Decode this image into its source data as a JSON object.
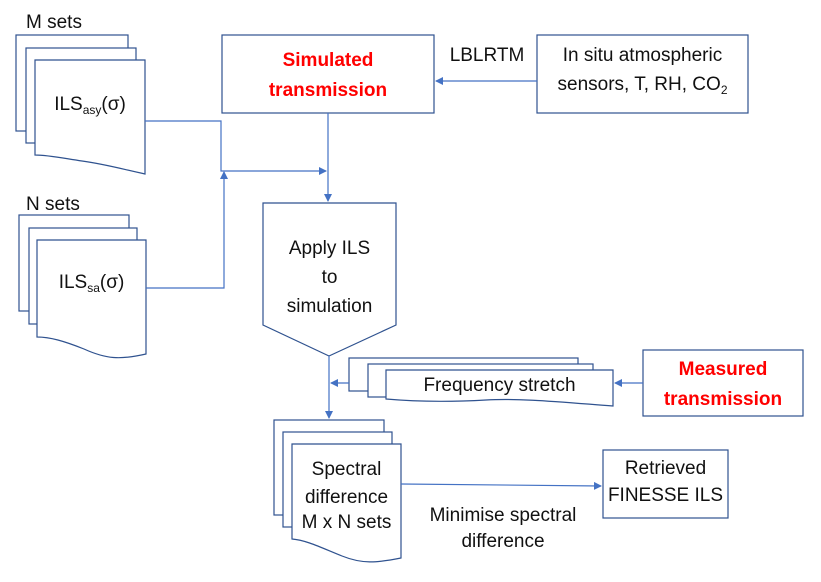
{
  "colors": {
    "box_stroke": "#2f528f",
    "connector": "#4472c4",
    "highlight_text": "#ff0000",
    "text": "#111111"
  },
  "nodes": {
    "m_sets": {
      "caption": "M sets",
      "label_main": "ILS",
      "label_sub": "asy",
      "label_tail": "(σ)",
      "shape": "multi-document"
    },
    "n_sets": {
      "caption": "N sets",
      "label_main": "ILS",
      "label_sub": "sa",
      "label_tail": "(σ)",
      "shape": "multi-document"
    },
    "simulated_transmission": {
      "line1": "Simulated",
      "line2": "transmission",
      "shape": "rectangle"
    },
    "in_situ_sensors": {
      "line1": "In situ atmospheric",
      "line2_main": "sensors, T, RH, CO",
      "line2_sub": "2",
      "shape": "rectangle"
    },
    "apply_ils": {
      "line1": "Apply ILS",
      "line2": "to",
      "line3": "simulation",
      "shape": "off-page-connector"
    },
    "frequency_stretch": {
      "label": "Frequency stretch",
      "shape": "multi-document"
    },
    "measured_transmission": {
      "line1": "Measured",
      "line2": "transmission",
      "shape": "rectangle"
    },
    "spectral_difference": {
      "line1": "Spectral",
      "line2": "difference",
      "line3": "M x N sets",
      "shape": "multi-document"
    },
    "retrieved_ils": {
      "line1": "Retrieved",
      "line2": "FINESSE ILS",
      "shape": "rectangle"
    }
  },
  "edge_labels": {
    "lblrtm": "LBLRTM",
    "minimise_line1": "Minimise spectral",
    "minimise_line2": "difference"
  },
  "edges": [
    {
      "from": "in_situ_sensors",
      "to": "simulated_transmission",
      "label": "LBLRTM"
    },
    {
      "from": "m_sets",
      "to": "apply_ils"
    },
    {
      "from": "n_sets",
      "to": "apply_ils"
    },
    {
      "from": "simulated_transmission",
      "to": "apply_ils"
    },
    {
      "from": "apply_ils",
      "to": "spectral_difference"
    },
    {
      "from": "measured_transmission",
      "to": "frequency_stretch"
    },
    {
      "from": "frequency_stretch",
      "to": "spectral_difference"
    },
    {
      "from": "spectral_difference",
      "to": "retrieved_ils",
      "label": "Minimise spectral difference"
    }
  ]
}
